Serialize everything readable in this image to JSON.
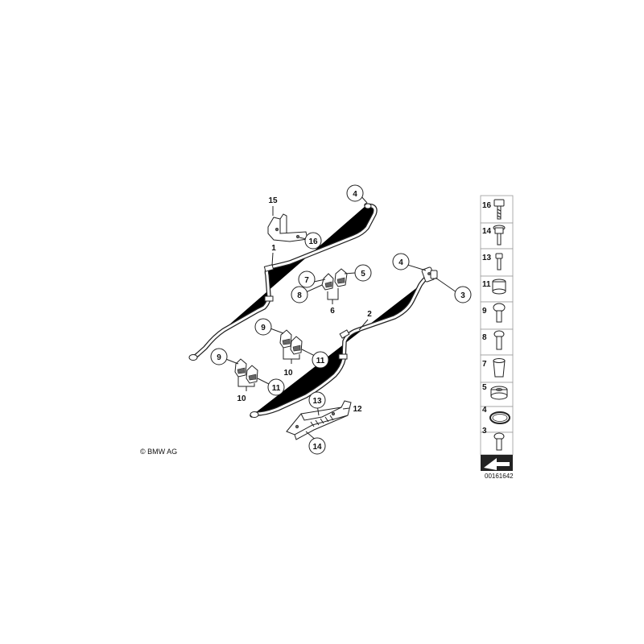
{
  "copyright": "© BMW AG",
  "part_code": "00161642",
  "callouts": [
    "15",
    "16",
    "4",
    "1",
    "8",
    "7",
    "5",
    "6",
    "4",
    "3",
    "2",
    "9",
    "11",
    "10",
    "9",
    "11",
    "10",
    "13",
    "12",
    "14"
  ],
  "legend": [
    "16",
    "14",
    "13",
    "11",
    "9",
    "8",
    "7",
    "5",
    "4",
    "3"
  ],
  "colors": {
    "line": "#222222",
    "background": "#ffffff",
    "legend_border": "#999999"
  }
}
